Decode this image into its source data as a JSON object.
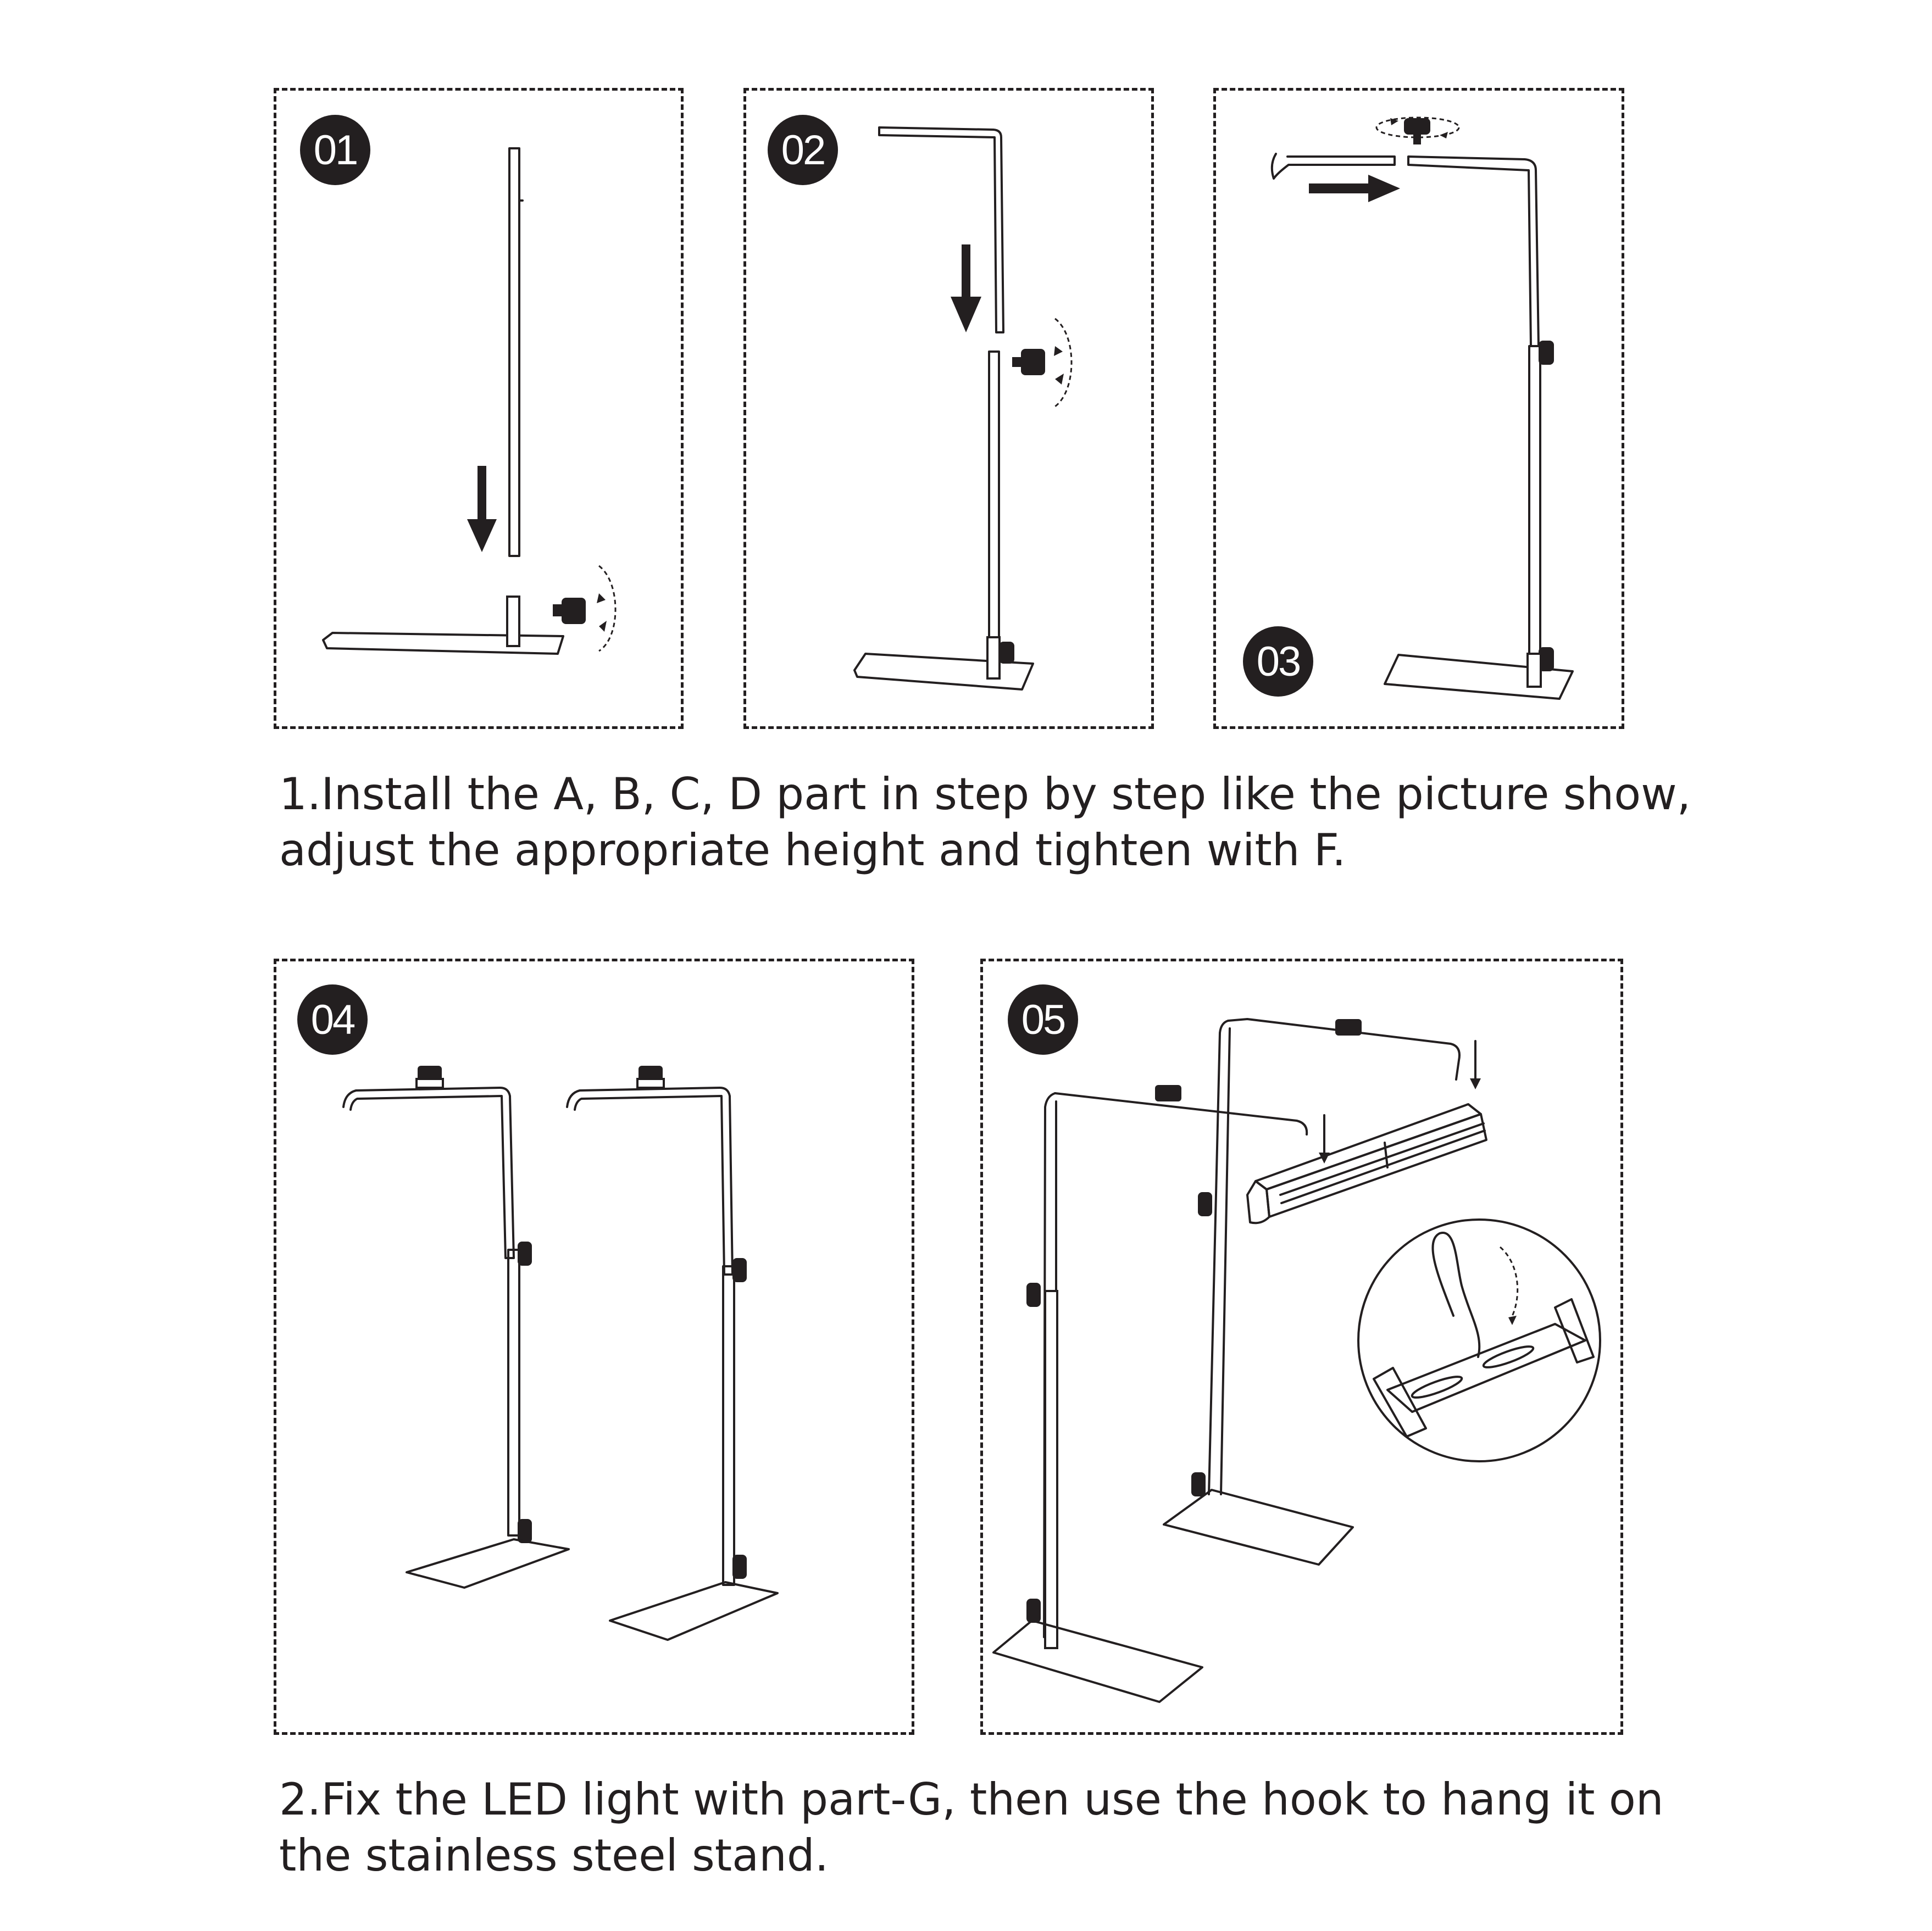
{
  "steps": [
    {
      "number": "01"
    },
    {
      "number": "02"
    },
    {
      "number": "03"
    },
    {
      "number": "04"
    },
    {
      "number": "05"
    }
  ],
  "instructions": {
    "step1": "1.Install the A, B, C, D part in step by step like the picture show, adjust the appropriate height and tighten with F.",
    "step2": "2.Fix the LED light with part-G, then use the hook to hang it on the stainless steel stand."
  },
  "colors": {
    "ink": "#231f20",
    "background": "#ffffff"
  }
}
